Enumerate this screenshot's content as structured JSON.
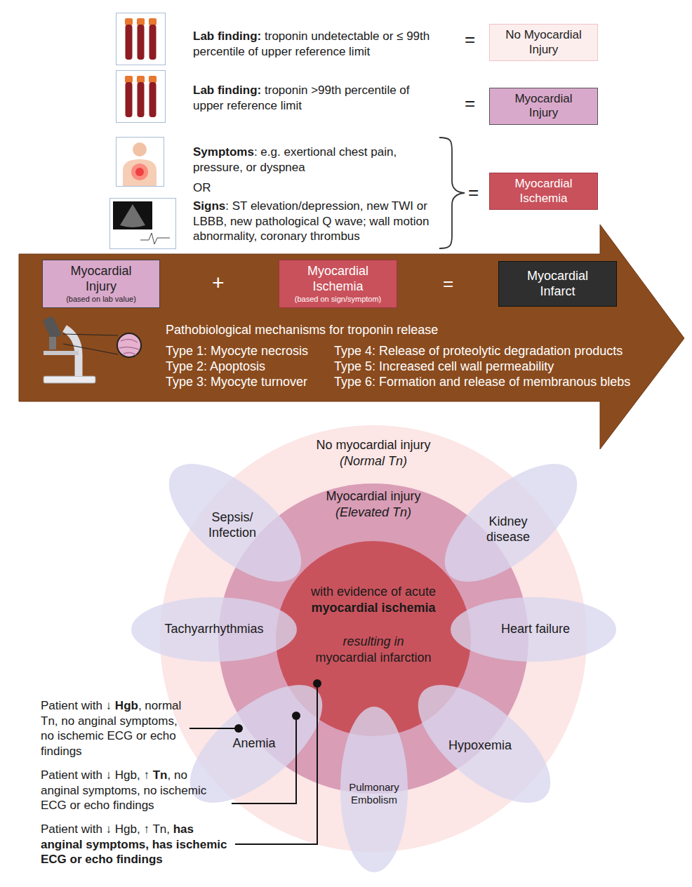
{
  "diagram": {
    "nodes": [
      {
        "text": [
          "No Myocardial Injury"
        ]
      },
      {
        "text": [
          "Myocardial Injury"
        ]
      },
      {
        "text": [
          "Myocardial Ischemia"
        ]
      },
      {
        "text": [
          "Pathobiological mechanisms for troponin release",
          "Type 1: Myocyte necrosis",
          "Type 2: Apoptosis",
          "Type 3: Myocyte turnover",
          "Type 4: Release of proteolytic degradation products",
          "Type 5: Increased cell wall permeability",
          "Type 6: Formation and release of membranous blebs"
        ]
      },
      {
        "text": [
          "Myocardial Injury",
          "(based on lab value)"
        ],
        "in": 3
      },
      {
        "text": [
          "Myocardial Ischemia",
          "(based on sign/symptom)"
        ],
        "in": 3
      },
      {
        "text": [
          "Myocardial Infarct"
        ],
        "in": 3
      },
      {
        "text": [
          "No myocardial injury",
          "(Normal Tn)"
        ]
      },
      {
        "text": [
          "Myocardial injury",
          "(Elevated Tn)"
        ],
        "in": 7
      },
      {
        "text": [
          "with evidence of acute",
          "myocardial ischemia",
          "resulting in",
          "myocardial infarction"
        ],
        "in": 8
      },
      {
        "text": [
          "Sepsis/ Infection"
        ]
      },
      {
        "text": [
          "Kidney disease"
        ]
      },
      {
        "text": [
          "Tachyarrhythmias"
        ]
      },
      {
        "text": [
          "Heart failure"
        ]
      },
      {
        "text": [
          "Anemia"
        ]
      },
      {
        "text": [
          "Pulmonary Embolism"
        ]
      },
      {
        "text": [
          "Hypoxemia"
        ]
      }
    ],
    "labels": [
      "Lab finding:",
      "troponin undetectable or ≤ 99th percentile of upper reference limit",
      "=",
      "Lab finding:",
      "troponin >99th percentile of upper reference limit",
      "=",
      "Symptoms",
      ": e.g. exertional chest pain, pressure, or dyspnea",
      "OR",
      "Signs",
      ": ST elevation/depression, new TWI or LBBB, new pathological Q wave; wall motion abnormality, coronary thrombus",
      "=",
      "+",
      "=",
      "Patient with ↓",
      "Hgb",
      ", normal Tn, no anginal symptoms, no ischemic ECG or echo findings",
      "Patient with ↓ Hgb,",
      "↑ Tn",
      ", no anginal symptoms, no ischemic ECG or echo findings",
      "Patient with ↓ Hgb, ↑ Tn,",
      "has anginal symptoms, has ischemic ECG or echo findings"
    ]
  }
}
